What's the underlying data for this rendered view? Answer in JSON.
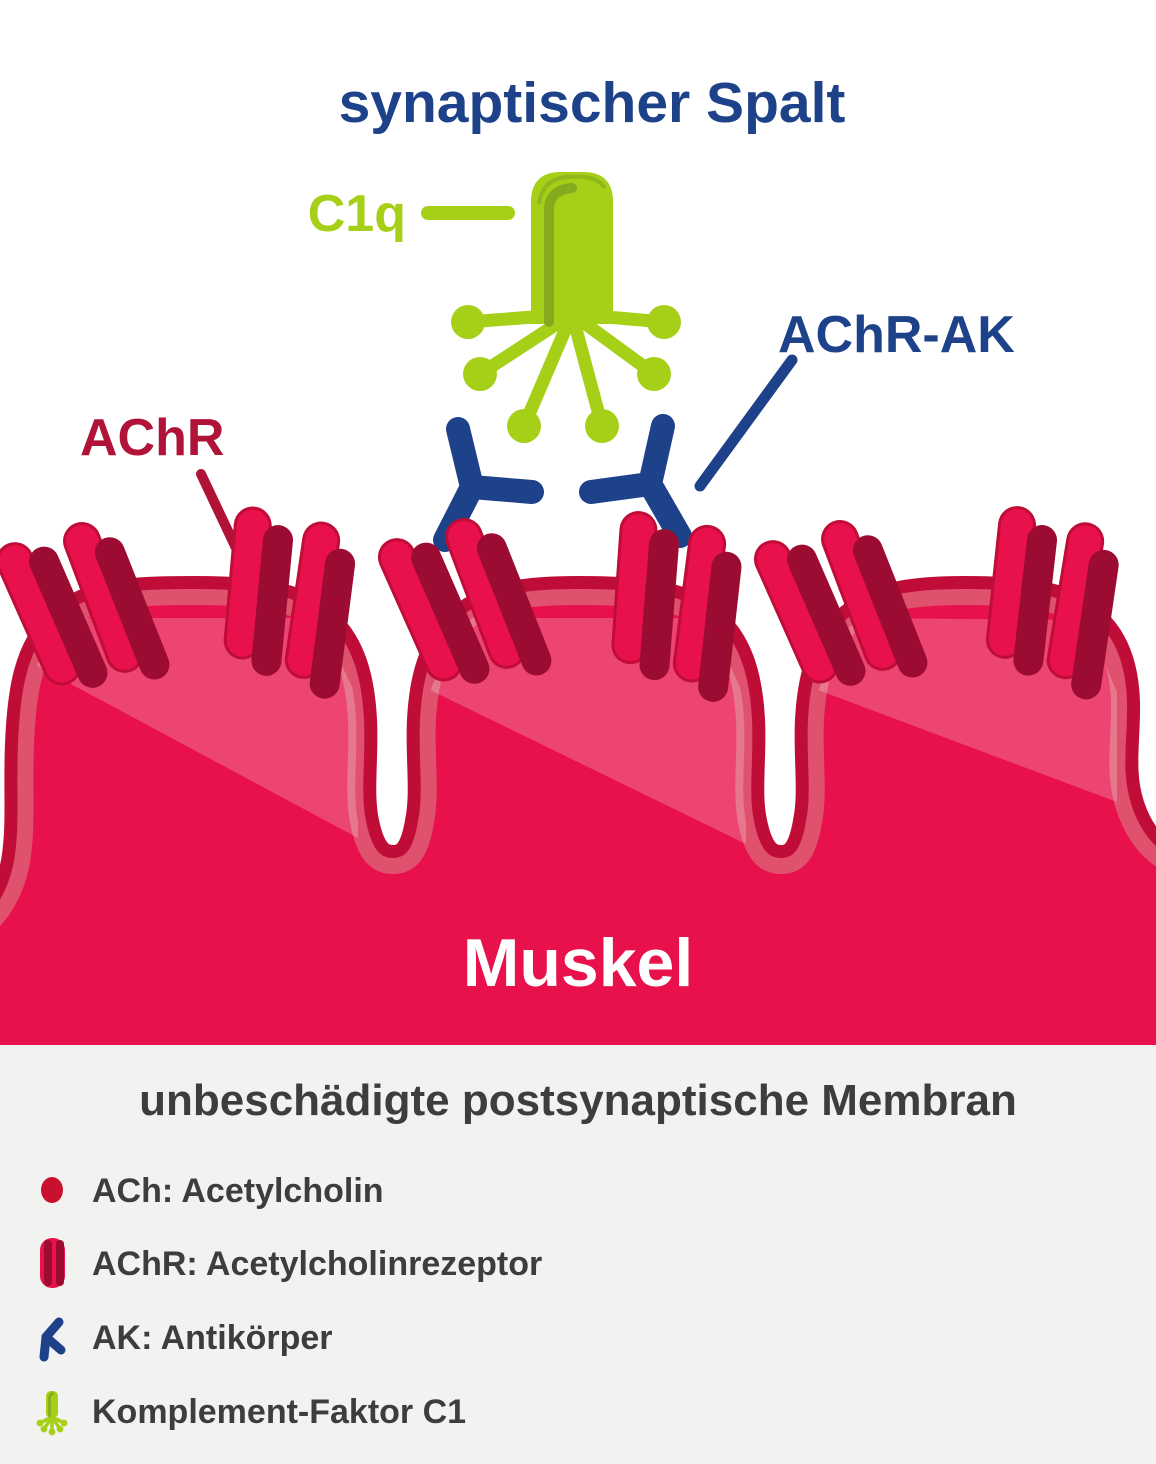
{
  "title": "synaptischer Spalt",
  "labels": {
    "c1q": "C1q",
    "achr": "AChR",
    "achr_ak": "AChR-AK",
    "muscle": "Muskel"
  },
  "caption": "unbeschädigte postsynaptische Membran",
  "legend": {
    "items": [
      {
        "icon": "ach-dot-icon",
        "label": "ACh: Acetylcholin"
      },
      {
        "icon": "achr-receptor-icon",
        "label": "AChR: Acetylcholinrezeptor"
      },
      {
        "icon": "ak-antibody-icon",
        "label": "AK: Antikörper"
      },
      {
        "icon": "complement-factor-icon",
        "label": "Komplement-Faktor C1"
      }
    ]
  },
  "colors": {
    "navy": "#1e4289",
    "green": "#a6d017",
    "green_dark": "#84ab1e",
    "crimson": "#e8114b",
    "membrane_dark": "#c00d38",
    "membrane_band": "#e0516e",
    "receptor_dark": "#9c0c32",
    "achr_label_red": "#b01238",
    "footer_bg": "#f2f2f1",
    "footer_text": "#3d3d3d",
    "muscle_text": "#ffffff"
  }
}
